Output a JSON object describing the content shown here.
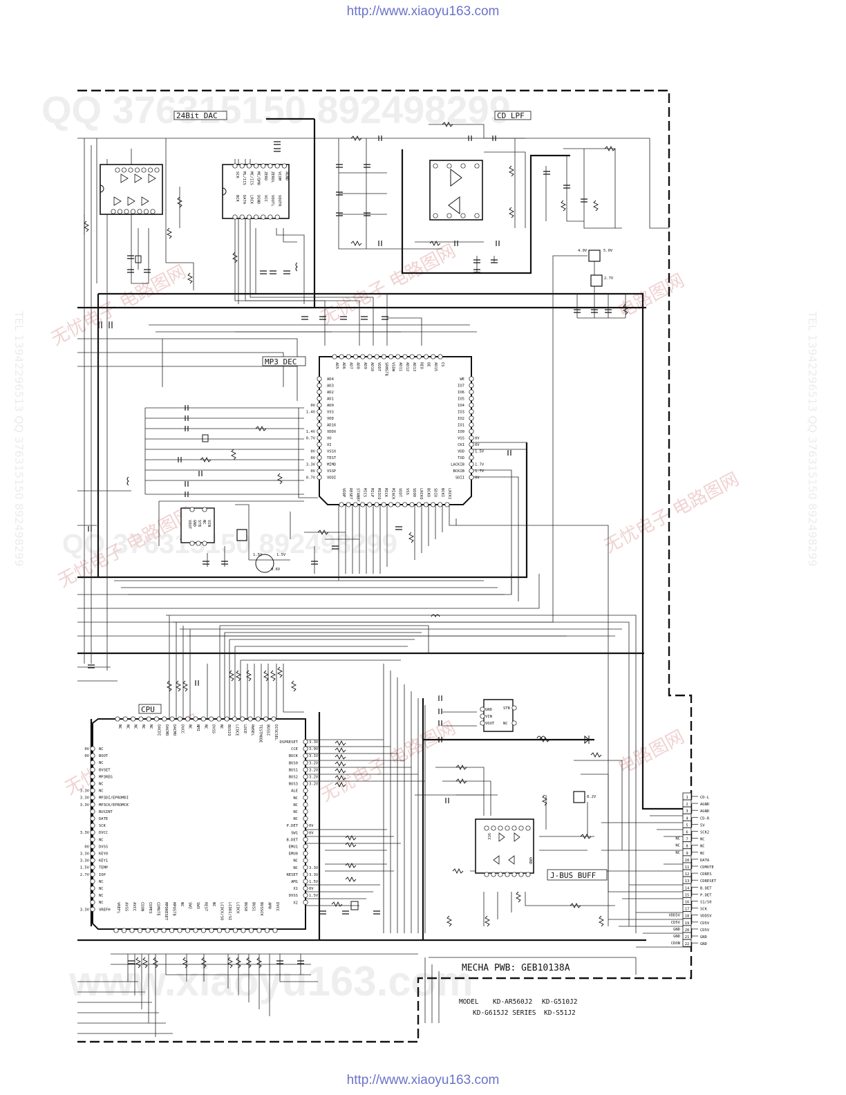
{
  "header": {
    "url_top": "http://www.xiaoyu163.com"
  },
  "footer": {
    "url_bottom": "http://www.xiaoyu163.com"
  },
  "watermarks": {
    "qq": "QQ 376315150   892498299",
    "site": "www.xiaoyu163.com",
    "cn1": "无忧电子 电路图网",
    "cn2": "电路图网",
    "tel": "TEL 13942296513  QQ 376315150  892498299"
  },
  "blocks": {
    "dac": "24Bit DAC",
    "lpf": "CD LPF",
    "mp3": "MP3 DEC",
    "cpu": "CPU",
    "jbus": "J-BUS BUFF",
    "mecha": "MECHA PWB: GEB10138A"
  },
  "model": {
    "label": "MODEL",
    "row1_a": "KD-AR560J2",
    "row1_b": "KD-G510J2",
    "row2_a": "KD-G615J2 SERIES",
    "row2_b": "KD-S51J2"
  },
  "mp3_left_pins": [
    "AD4",
    "AD3",
    "AD2",
    "AD1",
    "AD0",
    "VSS",
    "VDD",
    "AD16",
    "VDDX",
    "XO",
    "XI",
    "VSSX",
    "TEST",
    "MIMD",
    "VSSP",
    "VDDI"
  ],
  "mp3_left_volts": [
    "",
    "",
    "",
    "",
    "0V",
    "1.4V",
    "",
    "",
    "1.4V",
    "0.7V",
    "",
    "0V",
    "0V",
    "3.3V",
    "0V",
    "0.7V"
  ],
  "mp3_right_pins": [
    "WE",
    "IO7",
    "IO6",
    "IO5",
    "IO4",
    "IO3",
    "IO2",
    "IO1",
    "IO0",
    "VSS",
    "CKI",
    "VDD",
    "TXD",
    "LACKIB",
    "BCKIB",
    "SDII"
  ],
  "mp3_right_volts": [
    "",
    "",
    "",
    "",
    "",
    "",
    "",
    "",
    "",
    "0V",
    "0V",
    "1.5V",
    "",
    "1.7V",
    "1.7V",
    "0V"
  ],
  "mp3_top_pins": [
    "AD5",
    "AD6",
    "AD7",
    "AD8",
    "AD9",
    "AD10",
    "VDDT",
    "SRMSTB",
    "VSDW",
    "AD11",
    "AD12",
    "AD13",
    "REO",
    "OE",
    "AD15",
    "CS"
  ],
  "mp3_bottom_pins": [
    "VDDP",
    "RESET",
    "STANBY",
    "MICS",
    "MILP",
    "MIDIO",
    "MICK",
    "MIACK",
    "VDDT",
    "VSS",
    "SDOO",
    "LRCKO",
    "BCKO",
    "SDIO",
    "BCKI",
    "LRCKI"
  ],
  "cpu_right_pins": [
    "DSPRESET",
    "CCE",
    "BUCK",
    "BUS0",
    "BUS1",
    "BUS2",
    "BUS3",
    "ALE",
    "NC",
    "NC",
    "NC",
    "NC",
    "P.DET",
    "SW1",
    "B.DET",
    "EMU1",
    "EMU0",
    "NC",
    "NC",
    "RESET",
    "AM1",
    "X1",
    "DVSS",
    "X2"
  ],
  "cpu_right_volts": [
    "3.3V",
    "3.0V",
    "3.1V",
    "3.2V",
    "3.2V",
    "3.2V",
    "3.2V",
    "",
    "",
    "",
    "",
    "",
    "0V",
    "0V",
    "",
    "",
    "",
    "",
    "3.3V",
    "3.3V",
    "1.5V",
    "0V",
    "1.5V",
    ""
  ],
  "cpu_left_pins": [
    "NC",
    "BOOT",
    "NC",
    "BVSET",
    "MP3REG",
    "NC",
    "NC",
    "MP3DI/EPROMDI",
    "MP3CK/EPROMCK",
    "BUSINT",
    "DATE",
    "SCK",
    "DVCC",
    "NC",
    "DVSS",
    "KEY0",
    "KEY1",
    "TEMP",
    "IOP",
    "NC",
    "NC",
    "NC",
    "NC",
    "VREFH"
  ],
  "cpu_left_volts": [
    "0V",
    "0V",
    "",
    "",
    "",
    "",
    "3.3V",
    "3.3V",
    "3.3V",
    "",
    "",
    "",
    "3.3V",
    "",
    "0V",
    "3.3V",
    "3.3V",
    "1.5V",
    "2.7V",
    "",
    "",
    "",
    "",
    "3.3V"
  ],
  "cpu_top_pins": [
    "NC",
    "NC",
    "NC",
    "NC",
    "NC",
    "DACDI",
    "DACMD",
    "DACMD",
    "DVCC",
    "NC",
    "NMI",
    "NC",
    "DVSS",
    "NC",
    "BUSIO",
    "LCDCE",
    "LDCE",
    "RWSEL",
    "TESTMODE",
    "BUSSI",
    "DISCSEL"
  ],
  "cpu_bottom_pins": [
    "VREFL",
    "AVSS",
    "AVCC",
    "CDON",
    "CDPES",
    "CDMUTE",
    "MPDRESET",
    "MPOSTB",
    "NC",
    "SW2",
    "SW3",
    "REST",
    "NC",
    "LCDCK/SO",
    "LCDDI/SI",
    "LCDCK",
    "BUS0",
    "BUS1",
    "BUSSCK",
    "AM0",
    "DVCC"
  ],
  "dac_pins_top": [
    "SCK",
    "ML/IIS",
    "MC/IIS",
    "MC/DM0",
    "ZERO",
    "ZEROL",
    "VCOM",
    "AGND"
  ],
  "dac_pins_bot": [
    "BCK",
    "DATA",
    "LRCK",
    "DGND",
    "VCC",
    "VOUTL",
    "VOUTR"
  ],
  "jbus_pins_top": [
    "VCC",
    "",
    "",
    "",
    "",
    "",
    ""
  ],
  "jbus_pins_bot": [
    "",
    "",
    "",
    "",
    "",
    "",
    "GND"
  ],
  "reg1_pins": [
    "VOUT",
    "GND",
    "STB",
    "NC",
    "VIN"
  ],
  "reg2_pins": [
    "GND",
    "VIN",
    "VOUT",
    "STB",
    "NC"
  ],
  "regulator_labels": [
    "4.9V",
    "5.0V",
    "2.7V",
    "8.2V",
    "0.6V",
    "1.5V",
    "1.5V"
  ],
  "connector": {
    "numbers": [
      "1",
      "2",
      "3",
      "4",
      "5",
      "6",
      "7",
      "8",
      "9",
      "10",
      "11",
      "12",
      "13",
      "14",
      "15",
      "16",
      "17",
      "18",
      "19",
      "20",
      "21",
      "22"
    ],
    "names": [
      "CD-L",
      "AGND",
      "AGND",
      "CD-R",
      "5V",
      "SCK2",
      "NC",
      "NC",
      "NC",
      "DATA",
      "CDMUTE",
      "CDRES",
      "CDRESET",
      "B.DET",
      "P.DET",
      "S1/S0",
      "SCK",
      "VDD5V",
      "CD5V",
      "CD5V",
      "GND",
      "GND"
    ],
    "left_labels": [
      "",
      "",
      "",
      "",
      "",
      "",
      "NC",
      "NC",
      "NC",
      "",
      "",
      "",
      "",
      "",
      "",
      "",
      "",
      "VDD5V",
      "CD5V",
      "GND",
      "GND",
      "CDON"
    ]
  }
}
